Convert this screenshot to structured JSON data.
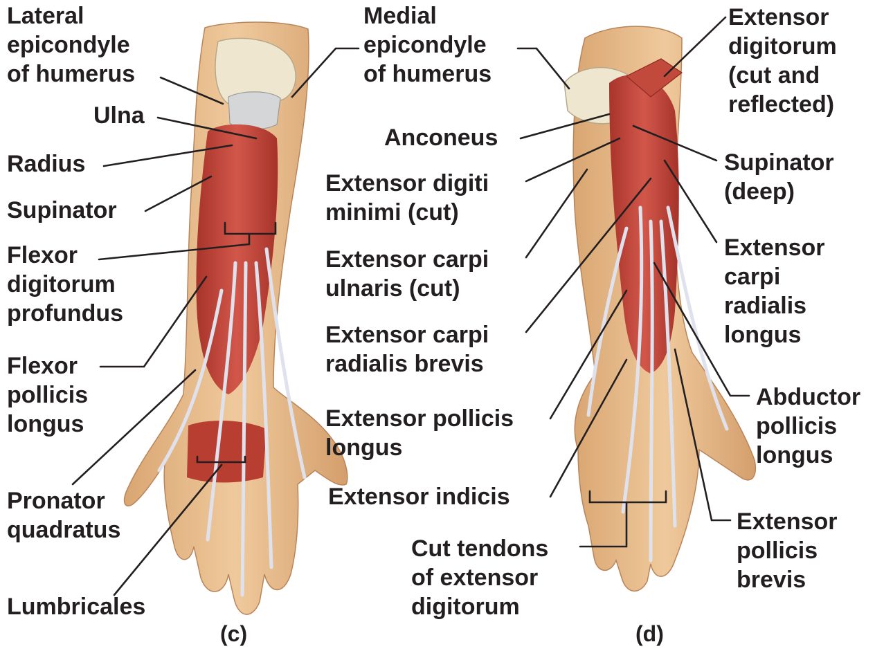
{
  "panels": [
    {
      "caption": "(c)",
      "labels": {
        "lateral_epicondyle": "Lateral\nepicondyle\nof humerus",
        "ulna": "Ulna",
        "radius": "Radius",
        "supinator": "Supinator",
        "flexor_digitorum_profundus": "Flexor\ndigitorum\nprofundus",
        "flexor_pollicis_longus": "Flexor\npollicis\nlongus",
        "pronator_quadratus": "Pronator\nquadratus",
        "lumbricales": "Lumbricales"
      }
    },
    {
      "caption": "(d)",
      "labels": {
        "medial_epicondyle": "Medial\nepicondyle\nof humerus",
        "anconeus": "Anconeus",
        "extensor_digiti_minimi": "Extensor digiti\nminimi (cut)",
        "extensor_carpi_ulnaris": "Extensor carpi\nulnaris (cut)",
        "extensor_carpi_radialis_brevis": "Extensor carpi\nradialis brevis",
        "extensor_pollicis_longus": "Extensor pollicis\nlongus",
        "extensor_indicis": "Extensor indicis",
        "cut_tendons": "Cut tendons\nof extensor\ndigitorum",
        "extensor_digitorum": "Extensor\ndigitorum\n(cut and\nreflected)",
        "supinator_deep": "Supinator\n(deep)",
        "extensor_carpi_radialis_longus": "Extensor\ncarpi\nradialis\nlongus",
        "abductor_pollicis_longus": "Abductor\npollicis\nlongus",
        "extensor_pollicis_brevis": "Extensor\npollicis\nbrevis"
      }
    }
  ],
  "colors": {
    "skin": "#e7bd8e",
    "skin_dark": "#c98f5c",
    "muscle": "#c8473a",
    "muscle_dark": "#8e2a22",
    "tendon": "#d8dbe6",
    "bone": "#efe6cf",
    "text": "#231f20"
  }
}
